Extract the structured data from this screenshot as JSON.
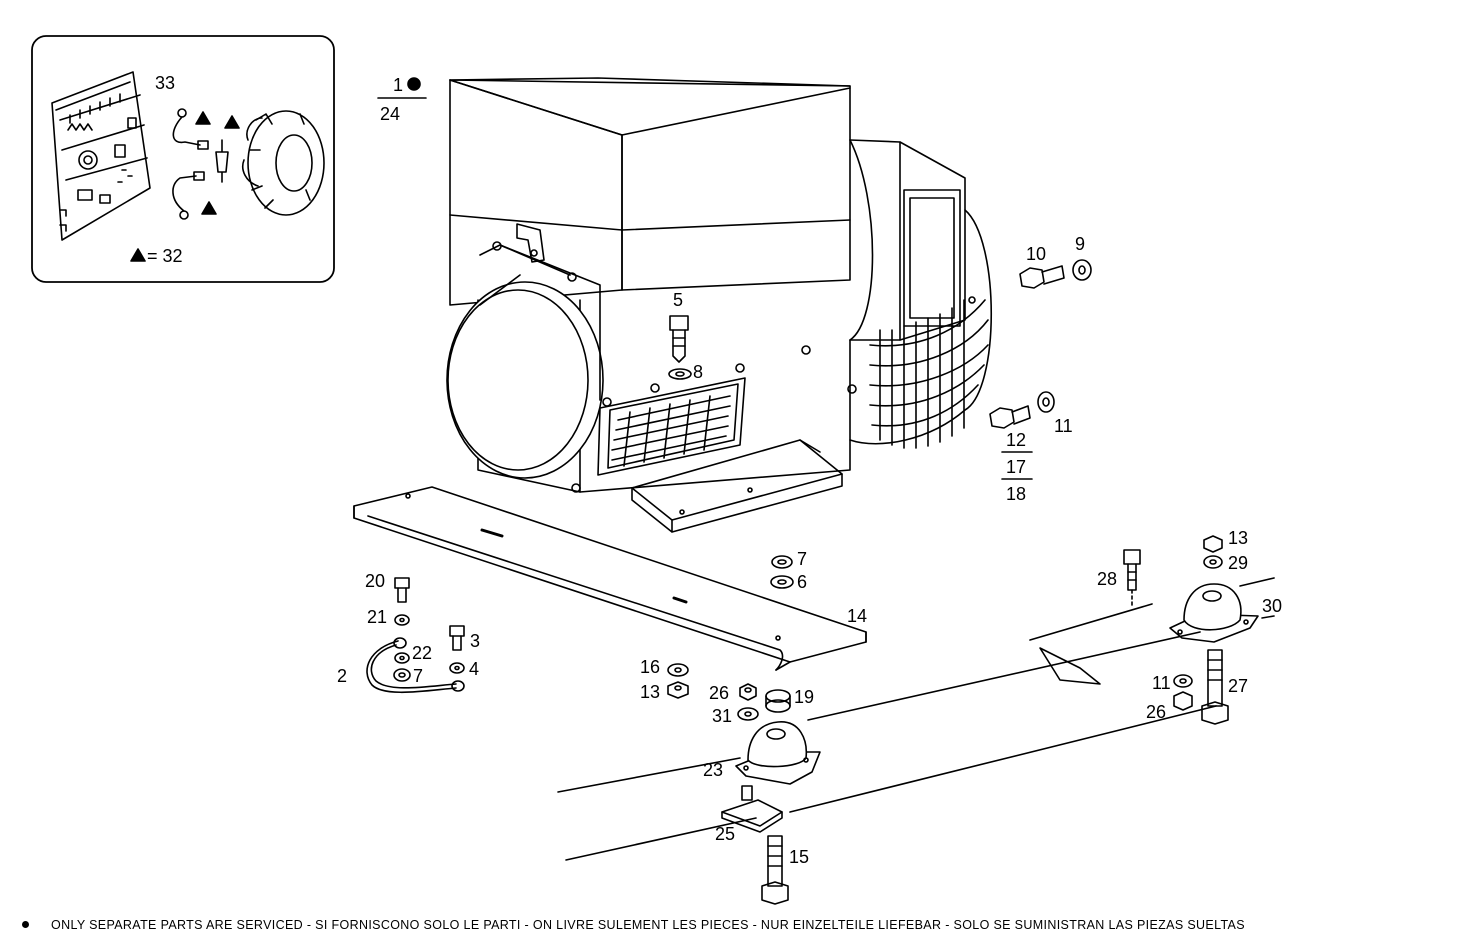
{
  "labels": {
    "p1": "1",
    "p24": "24",
    "p33": "33",
    "p32": "= 32",
    "p5": "5",
    "p8": "8",
    "p10": "10",
    "p9": "9",
    "p11a": "11",
    "p12": "12",
    "p17": "17",
    "p18": "18",
    "p7a": "7",
    "p6": "6",
    "p14": "14",
    "p20": "20",
    "p21": "21",
    "p3": "3",
    "p22": "22",
    "p2": "2",
    "p7b": "7",
    "p4": "4",
    "p16": "16",
    "p13a": "13",
    "p26a": "26",
    "p19": "19",
    "p31": "31",
    "p23": "23",
    "p25": "25",
    "p15": "15",
    "p28": "28",
    "p13b": "13",
    "p29": "29",
    "p30": "30",
    "p11b": "11",
    "p27": "27",
    "p26b": "26"
  },
  "footer_note": "ONLY SEPARATE PARTS ARE SERVICED - SI FORNISCONO SOLO LE PARTI - ON LIVRE SULEMENT LES PIECES - NUR EINZELTEILE LIEFEBAR - SOLO SE SUMINISTRAN LAS PIEZAS SUELTAS"
}
